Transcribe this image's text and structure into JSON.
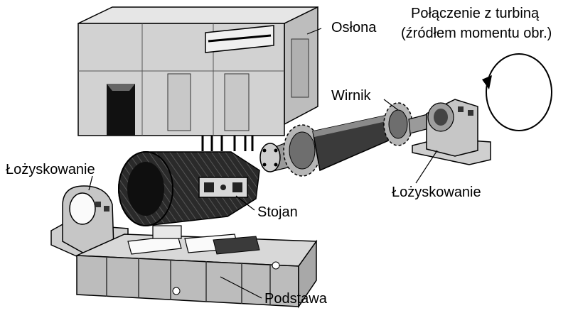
{
  "labels": {
    "enclosure": "Osłona",
    "turbine_connection_line1": "Połączenie z turbiną",
    "turbine_connection_line2": "(źródłem momentu obr.)",
    "rotor": "Wirnik",
    "bearing_left": "Łożyskowanie",
    "bearing_right": "Łożyskowanie",
    "stator": "Stojan",
    "base": "Podstawa"
  },
  "colors": {
    "ink": "#000000",
    "light_gray": "#d2d2d2",
    "mid_gray": "#a8a8a8",
    "dark_gray": "#3a3a3a",
    "background": "#ffffff"
  }
}
